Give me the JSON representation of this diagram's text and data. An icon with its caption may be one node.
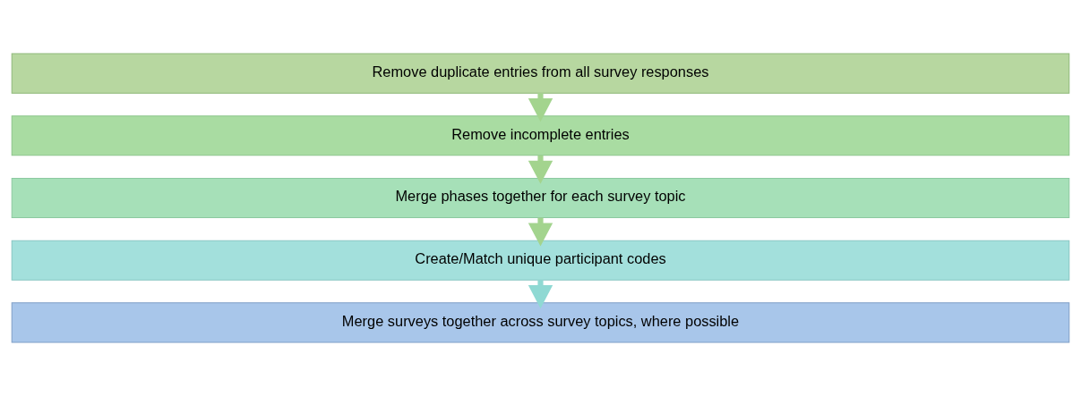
{
  "diagram": {
    "nodes": [
      {
        "text": [
          "Remove duplicate entries from all survey responses"
        ]
      },
      {
        "text": [
          "Remove incomplete entries"
        ]
      },
      {
        "text": [
          "Merge phases together for each survey topic"
        ]
      },
      {
        "text": [
          "Create/Match unique participant codes"
        ]
      },
      {
        "text": [
          "Merge surveys together across survey topics, where possible"
        ]
      }
    ],
    "edges": [
      {
        "from": 0,
        "to": 1,
        "arrow": "to"
      },
      {
        "from": 1,
        "to": 2,
        "arrow": "to"
      },
      {
        "from": 2,
        "to": 3,
        "arrow": "to"
      },
      {
        "from": 3,
        "to": 4,
        "arrow": "to",
        "color": "#8fd9d3"
      }
    ]
  }
}
